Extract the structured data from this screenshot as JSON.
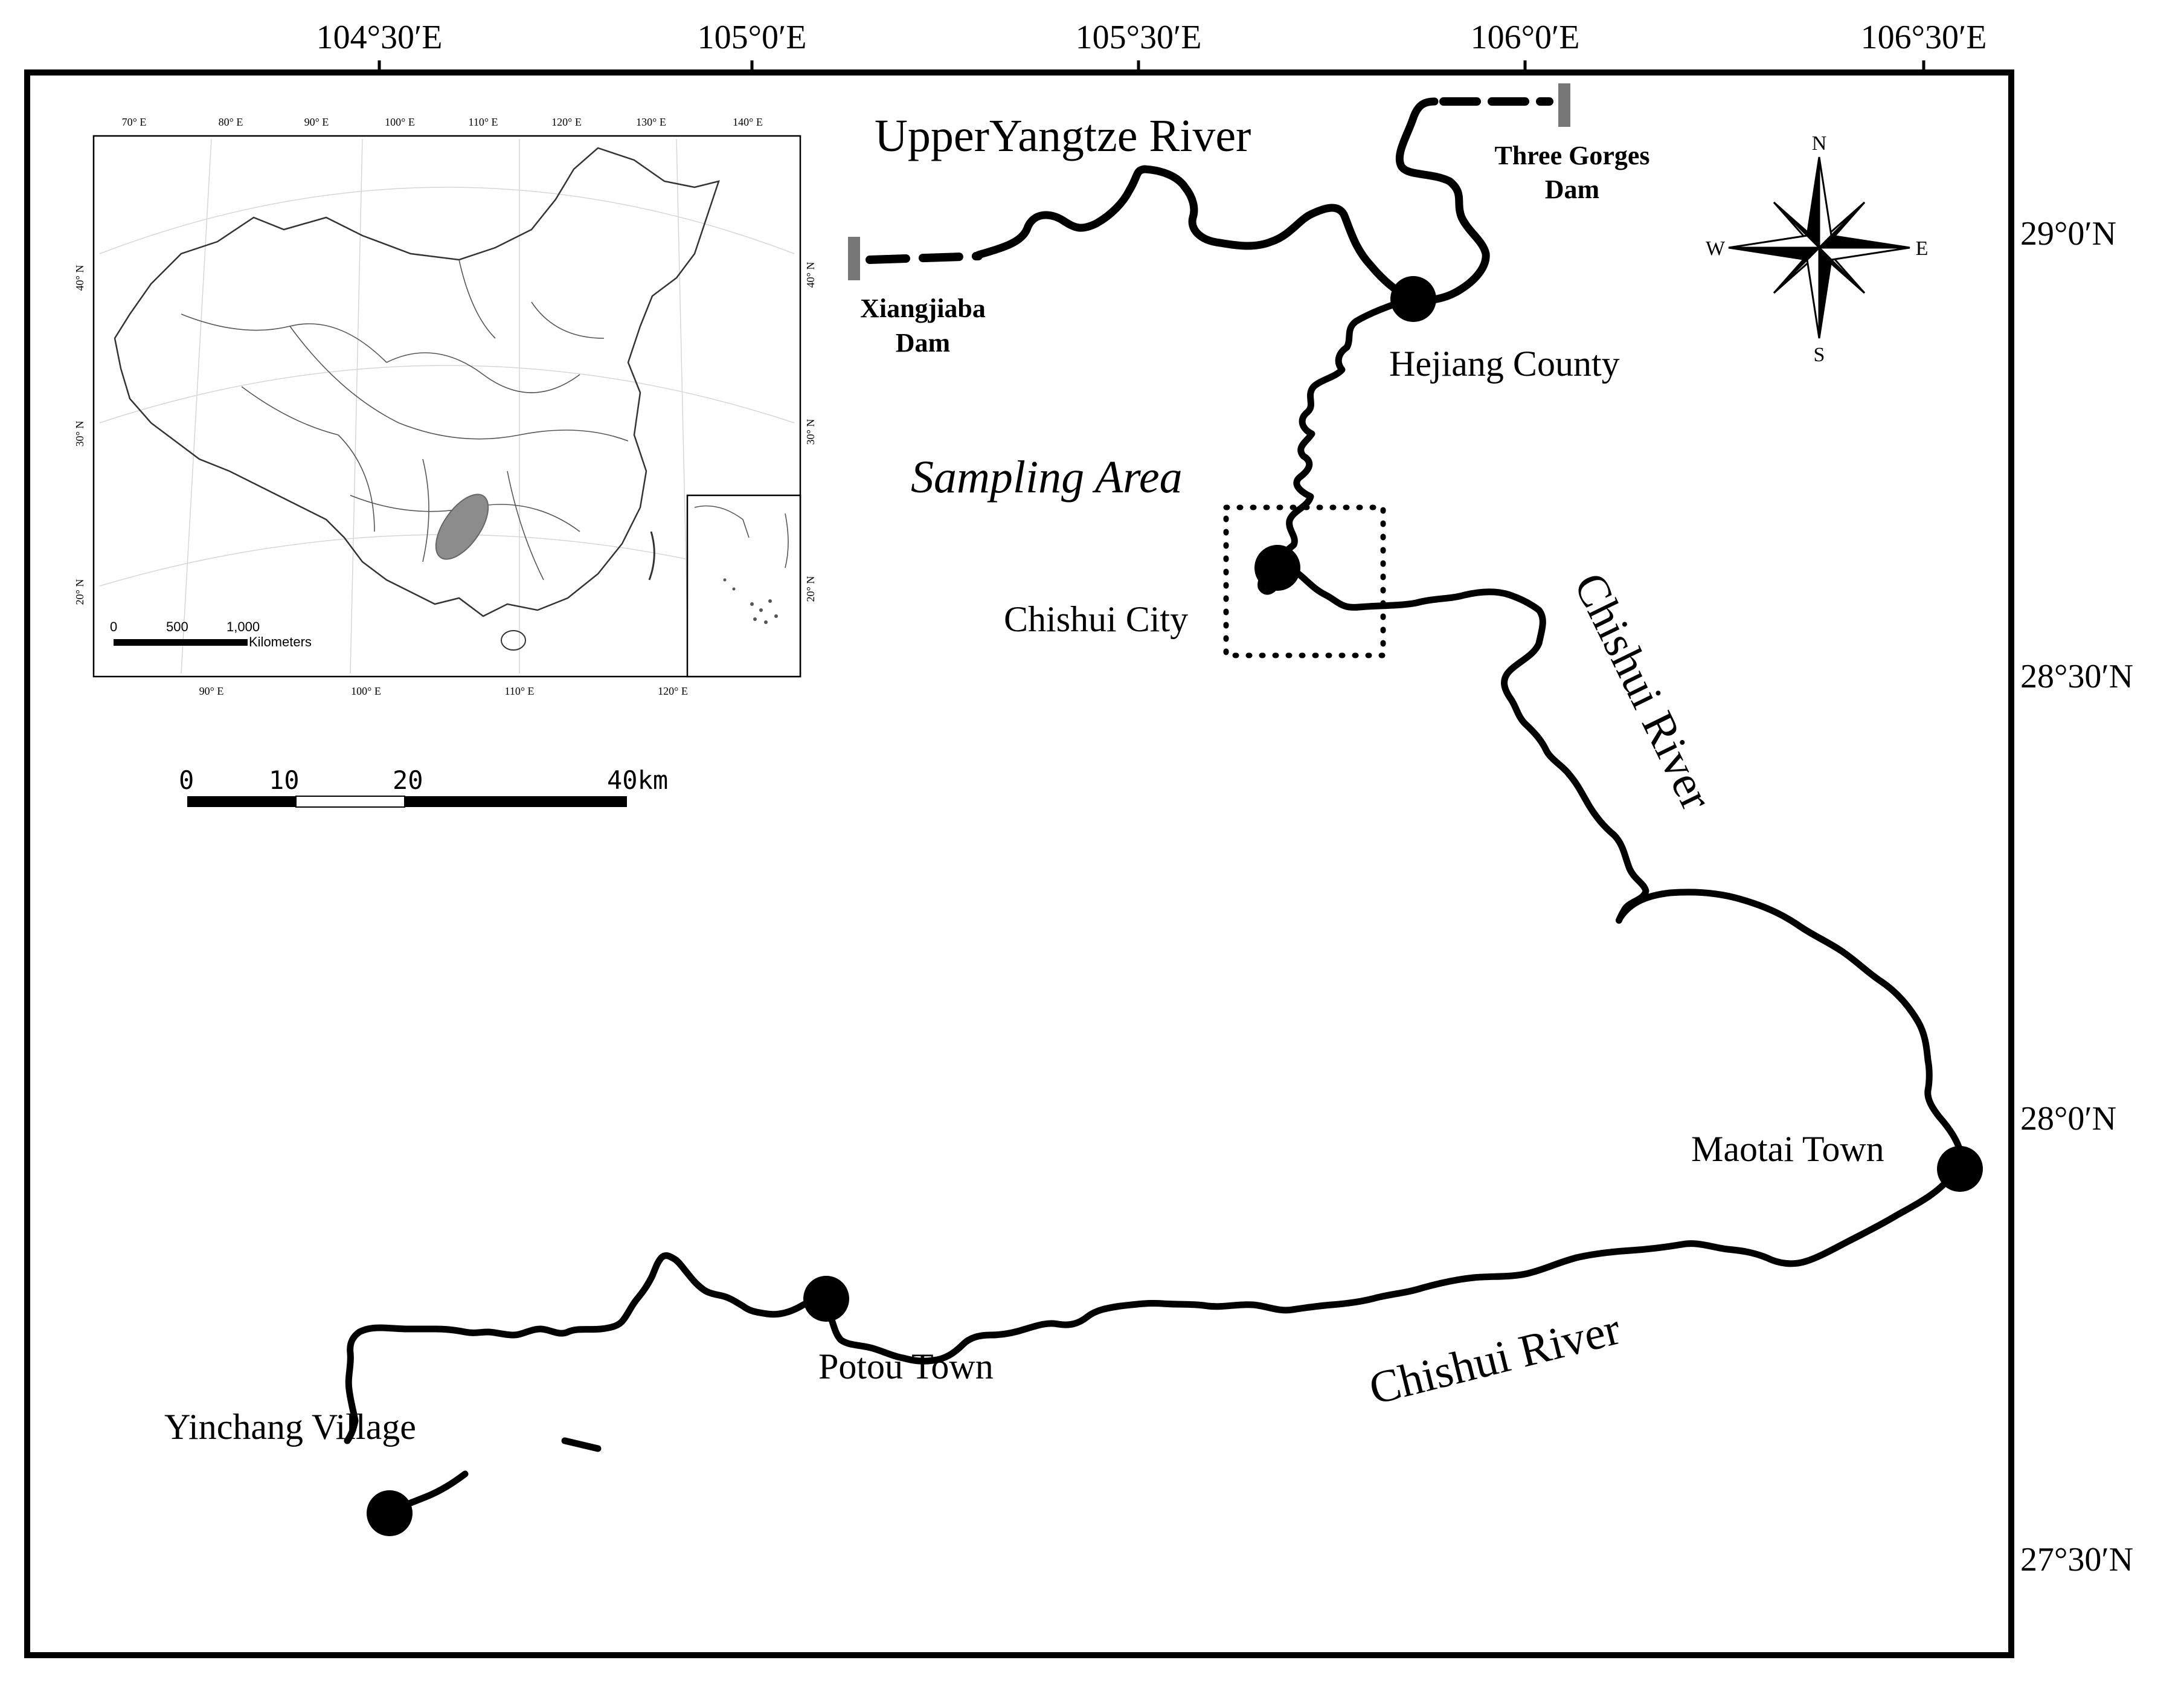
{
  "graticule": {
    "top": [
      "104°30′E",
      "105°0′E",
      "105°30′E",
      "106°0′E",
      "106°30′E"
    ],
    "right": [
      "29°0′N",
      "28°30′N",
      "28°0′N",
      "27°30′N"
    ]
  },
  "rivers": {
    "upper_yangtze": "UpperYangtze River",
    "chishui_north": "Chishui River",
    "chishui_south": "Chishui River"
  },
  "dams": {
    "xiangjiaba_line1": "Xiangjiaba",
    "xiangjiaba_line2": "Dam",
    "three_gorges_line1": "Three Gorges",
    "three_gorges_line2": "Dam"
  },
  "places": {
    "hejiang": "Hejiang County",
    "chishui_city": "Chishui City",
    "maotai": "Maotai Town",
    "potou": "Potou Town",
    "yinchang": "Yinchang Village"
  },
  "sampling_area": "Sampling Area",
  "compass": {
    "n": "N",
    "s": "S",
    "e": "E",
    "w": "W"
  },
  "scale_bar": {
    "labels": [
      "0",
      "10",
      "20",
      "40km"
    ]
  },
  "inset": {
    "top_lon": [
      "70° E",
      "80° E",
      "90° E",
      "100° E",
      "110° E",
      "120° E",
      "130° E",
      "140° E"
    ],
    "bottom_lon": [
      "90° E",
      "100° E",
      "110° E",
      "120° E"
    ],
    "left_lat": [
      "40° N",
      "30° N",
      "20° N"
    ],
    "right_lat": [
      "40° N",
      "30° N",
      "20° N"
    ],
    "scale_labels": [
      "0",
      "500",
      "1,000"
    ],
    "scale_unit": "Kilometers"
  },
  "colors": {
    "ink": "#000000",
    "dam": "#777777",
    "highlight": "#8c8c8c"
  }
}
